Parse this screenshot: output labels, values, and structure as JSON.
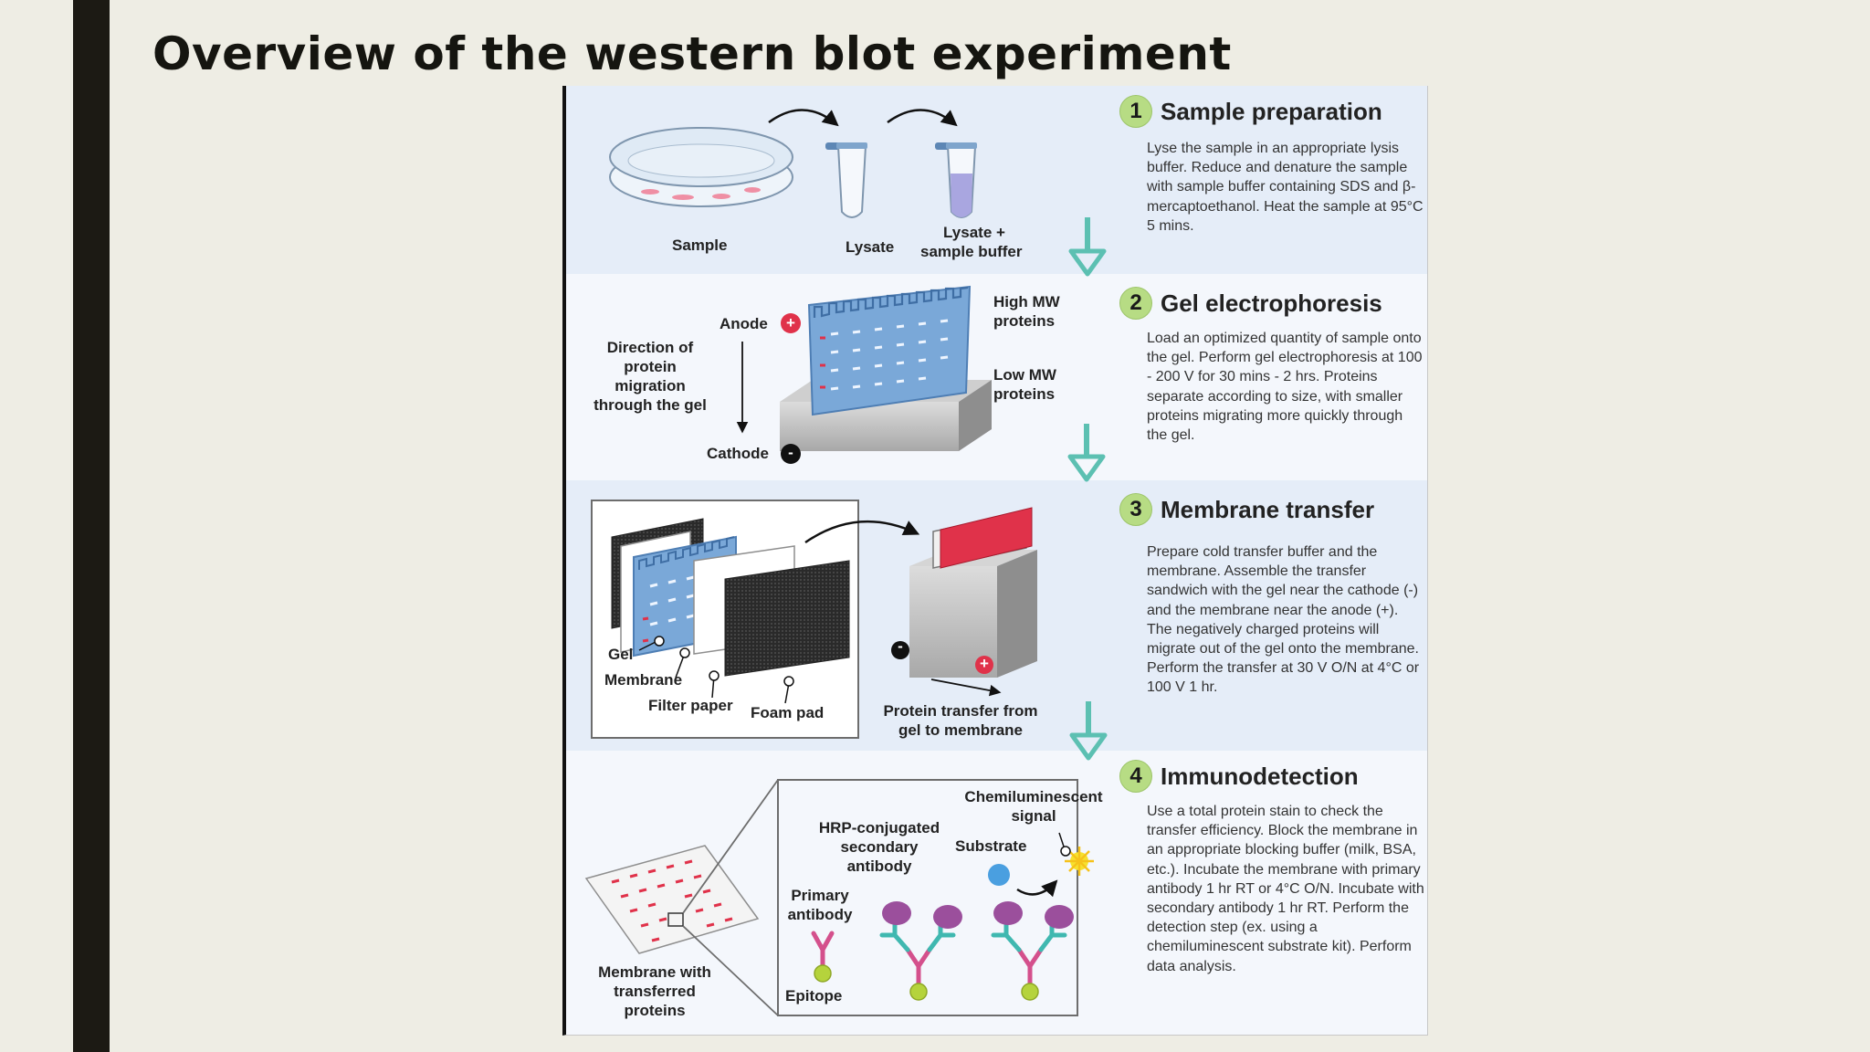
{
  "slide": {
    "title": "Overview of the western blot experiment"
  },
  "steps": [
    {
      "number": "1",
      "title": "Sample preparation",
      "description": "Lyse the sample in an appropriate lysis buffer. Reduce and denature the sample with sample buffer containing SDS and β-mercaptoethanol. Heat the sample at 95°C 5 mins."
    },
    {
      "number": "2",
      "title": "Gel electrophoresis",
      "description": "Load an optimized quantity of sample onto the gel. Perform gel electrophoresis at 100 - 200 V for 30 mins - 2 hrs. Proteins separate according to size, with smaller proteins migrating more quickly through the gel."
    },
    {
      "number": "3",
      "title": "Membrane transfer",
      "description": "Prepare cold transfer buffer and the membrane. Assemble the transfer sandwich with the gel near the cathode (-) and the membrane near the anode (+). The negatively charged proteins will migrate out of the gel onto the membrane. Perform the transfer at 30 V O/N at 4°C or 100 V 1 hr."
    },
    {
      "number": "4",
      "title": "Immunodetection",
      "description": "Use a total protein stain to check the transfer efficiency. Block the membrane in an appropriate blocking buffer (milk, BSA, etc.). Incubate the membrane with primary antibody 1 hr RT or 4°C O/N. Incubate with secondary antibody 1 hr RT. Perform the detection step (ex. using a chemiluminescent substrate kit). Perform data analysis."
    }
  ],
  "labels": {
    "sample": "Sample",
    "lysate": "Lysate",
    "lysate_buffer_1": "Lysate +",
    "lysate_buffer_2": "sample buffer",
    "anode": "Anode",
    "cathode": "Cathode",
    "anode_sign": "+",
    "cathode_sign": "-",
    "direction_1": "Direction of",
    "direction_2": "protein",
    "direction_3": "migration",
    "direction_4": "through the gel",
    "high_mw_1": "High MW",
    "high_mw_2": "proteins",
    "low_mw_1": "Low MW",
    "low_mw_2": "proteins",
    "gel": "Gel",
    "membrane": "Membrane",
    "filter_paper": "Filter paper",
    "foam_pad": "Foam pad",
    "transfer_1": "Protein transfer from",
    "transfer_2": "gel to membrane",
    "chemi_1": "Chemiluminescent",
    "chemi_2": "signal",
    "hrp_1": "HRP-conjugated",
    "hrp_2": "secondary",
    "hrp_3": "antibody",
    "substrate": "Substrate",
    "primary_1": "Primary",
    "primary_2": "antibody",
    "epitope": "Epitope",
    "membrane_with_1": "Membrane with",
    "membrane_with_2": "transferred",
    "membrane_with_3": "proteins"
  },
  "colors": {
    "band_dark": "#e5edf8",
    "band_light": "#f4f7fc",
    "step_badge": "#b7dc84",
    "flow_arrow": "#5cc0b2",
    "gel_blue": "#6f9fd2",
    "membrane_red": "#e0324a",
    "antibody_purple": "#9b4f9c",
    "antibody_teal": "#3fb8b0",
    "antibody_pink": "#d4508c",
    "epitope_green": "#b5d33c",
    "substrate_blue": "#4a9fe0",
    "signal_yellow": "#f6e12e"
  }
}
